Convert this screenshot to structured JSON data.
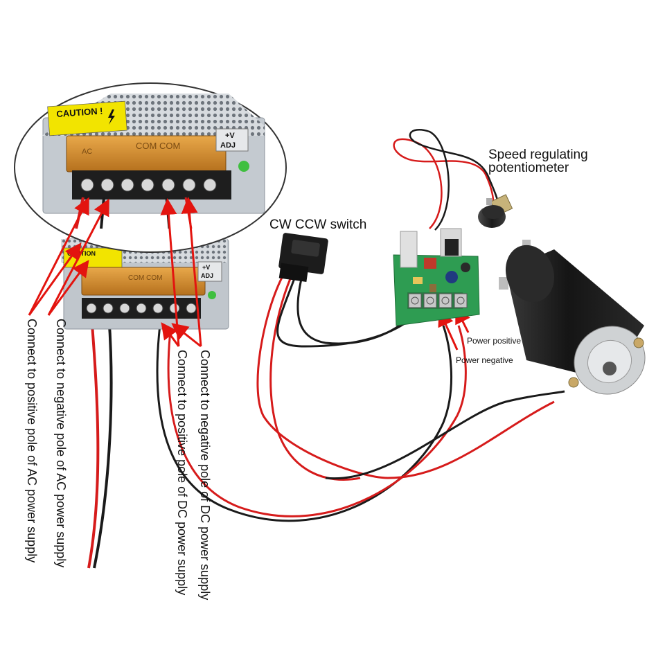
{
  "psu_top": {
    "caution_text": "CAUTION !",
    "adj_label_1": "+V",
    "adj_label_2": "ADJ",
    "ac_label": "AC",
    "brand_text": "COM COM"
  },
  "psu_bottom": {
    "caution_text": "CAUTION",
    "adj_label_1": "+V",
    "adj_label_2": "ADJ",
    "brand_text": "COM COM"
  },
  "labels": {
    "potentiometer_line1": "Speed regulating",
    "potentiometer_line2": "potentiometer",
    "switch": "CW CCW switch",
    "power_positive": "Power positive",
    "power_negative": "Power negative",
    "ac_positive": "Connect to positive pole of AC power supply",
    "ac_negative": "Connect to negative pole of AC power supply",
    "dc_positive": "Connect to positive pole of DC power supply",
    "dc_negative": "Connect to negative pole of DC power supply"
  },
  "colors": {
    "arrow": "#e3140f",
    "wire_red": "#d61b1b",
    "wire_black": "#1a1a1a",
    "psu_cover": "#c9ced3",
    "capacitor": "#d9912e",
    "terminal": "#222222",
    "pcb": "#2e9c52",
    "motor": "#1b1b1b"
  }
}
